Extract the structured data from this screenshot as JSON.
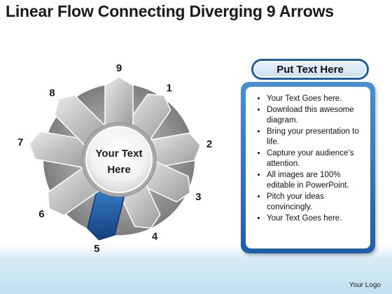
{
  "title": "Linear Flow Connecting Diverging 9 Arrows",
  "center_label_line1": "Your Text",
  "center_label_line2": "Here",
  "arrows": [
    {
      "label": "1",
      "highlighted": false
    },
    {
      "label": "2",
      "highlighted": false
    },
    {
      "label": "3",
      "highlighted": false
    },
    {
      "label": "4",
      "highlighted": false
    },
    {
      "label": "5",
      "highlighted": true
    },
    {
      "label": "6",
      "highlighted": false
    },
    {
      "label": "7",
      "highlighted": false
    },
    {
      "label": "8",
      "highlighted": false
    },
    {
      "label": "9",
      "highlighted": false
    }
  ],
  "panel": {
    "header": "Put Text Here",
    "bullets": [
      "Your Text Goes here.",
      "Download this awesome diagram.",
      "Bring your presentation to life.",
      "Capture your audience’s attention.",
      "All images are 100% editable in PowerPoint.",
      "Pitch your ideas convincingly.",
      "Your Text Goes here."
    ]
  },
  "footer_logo": "Your Logo",
  "colors": {
    "arrow_gray": "#b9b9b9",
    "arrow_highlight": "#1f5fa8",
    "panel_blue": "#1f5fa8",
    "floor_blue": "#c2e0f0"
  }
}
